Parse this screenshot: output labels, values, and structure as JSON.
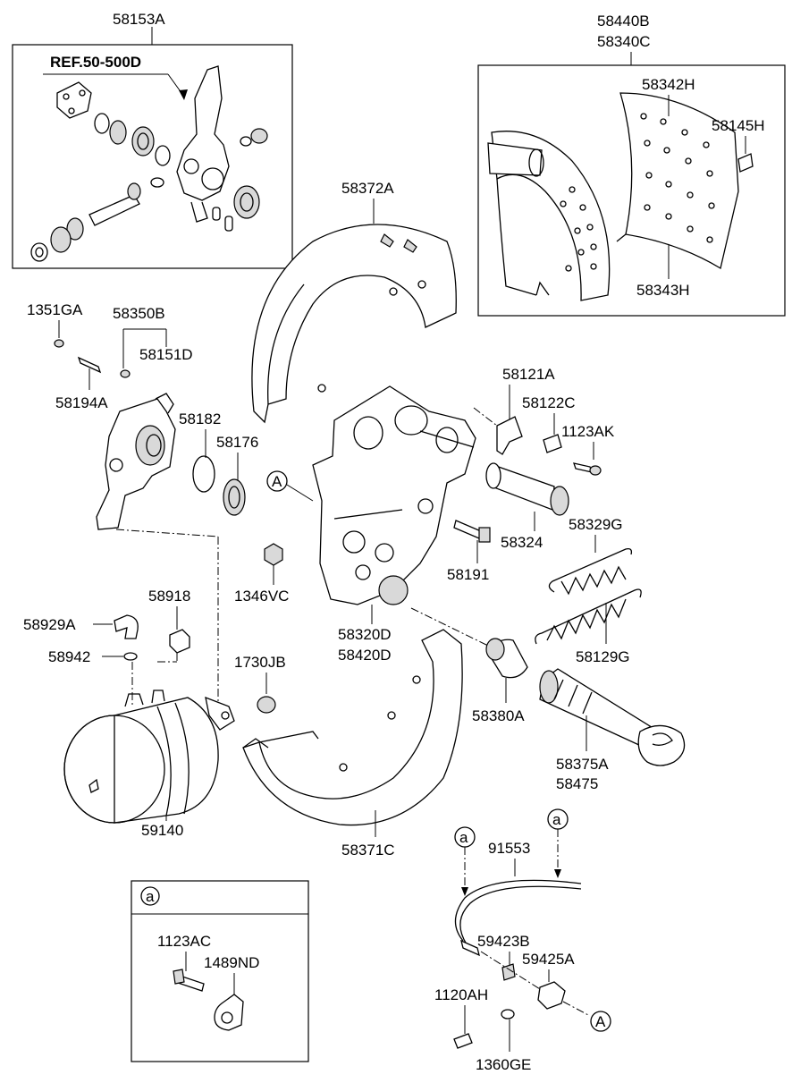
{
  "labels": {
    "p58153A": "58153A",
    "ref": "REF.50-500D",
    "p58440B": "58440B",
    "p58340C": "58340C",
    "p58342H": "58342H",
    "p58145H": "58145H",
    "p58343H": "58343H",
    "p58372A": "58372A",
    "p1351GA": "1351GA",
    "p58350B": "58350B",
    "p58151D": "58151D",
    "p58194A": "58194A",
    "p58182": "58182",
    "p58176": "58176",
    "p58121A": "58121A",
    "p58122C": "58122C",
    "p1123AK": "1123AK",
    "callout_A1": "A",
    "p58324": "58324",
    "p58329G": "58329G",
    "p58191": "58191",
    "p1346VC": "1346VC",
    "p58918": "58918",
    "p58929A": "58929A",
    "p58942": "58942",
    "p58320D": "58320D",
    "p58420D": "58420D",
    "p58129G": "58129G",
    "p1730JB": "1730JB",
    "p58380A": "58380A",
    "p58375A": "58375A",
    "p58475": "58475",
    "p59140": "59140",
    "p58371C": "58371C",
    "callout_a1": "a",
    "callout_a2": "a",
    "callout_a3": "a",
    "p91553": "91553",
    "p1123AC": "1123AC",
    "p1489ND": "1489ND",
    "p59423B": "59423B",
    "p59425A": "59425A",
    "p1120AH": "1120AH",
    "callout_A2": "A",
    "p1360GE": "1360GE"
  }
}
